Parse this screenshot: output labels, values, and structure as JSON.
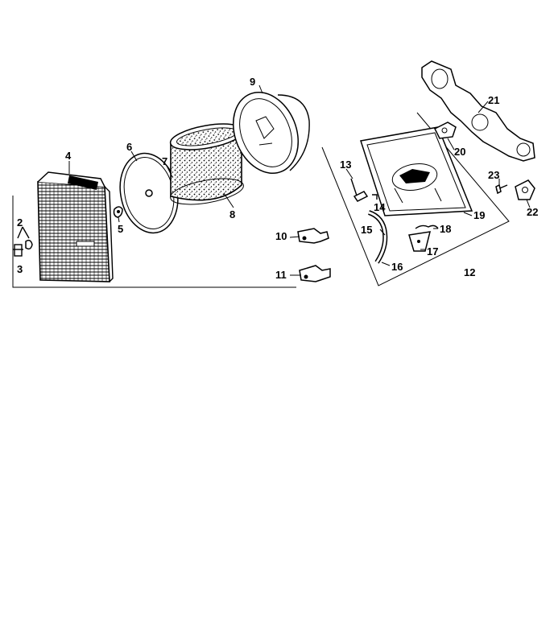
{
  "diagram": {
    "callouts": {
      "c1": "2",
      "c2": "3",
      "c3": "4",
      "c4": "5",
      "c5": "6",
      "c6": "7",
      "c7": "8",
      "c8": "9",
      "c9": "10",
      "c10": "11",
      "c11": "12",
      "c12": "13",
      "c13": "14",
      "c14": "15",
      "c15": "16",
      "c16": "17",
      "c17": "18",
      "c18": "19",
      "c19": "20",
      "c20": "21",
      "c21": "22",
      "c22": "23"
    }
  },
  "colors": {
    "ink": "#000000",
    "background": "#ffffff"
  }
}
